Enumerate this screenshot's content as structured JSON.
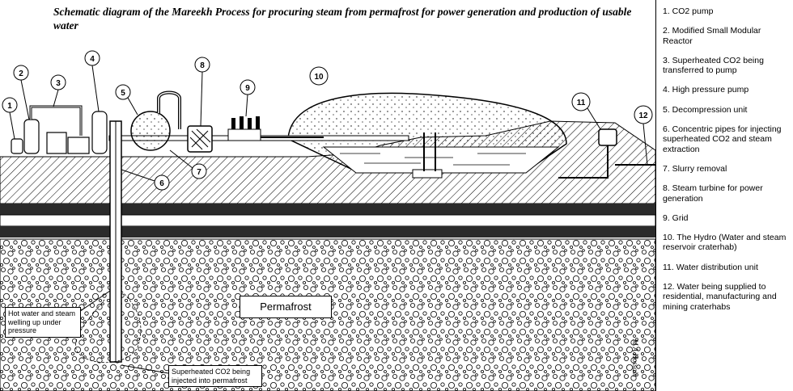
{
  "title": "Schematic diagram of the Mareekh Process for procuring steam from permafrost for power generation and production of usable water",
  "legend": [
    "1. CO2 pump",
    "2. Modified Small Modular Reactor",
    "3. Superheated CO2 being transferred to pump",
    "4. High pressure pump",
    "5. Decompression unit",
    "6. Concentric pipes for injecting superheated CO2 and steam extraction",
    "7. Slurry removal",
    "8. Steam turbine for power generation",
    "9. Grid",
    "10. The Hydro (Water and steam reservoir craterhab)",
    "11. Water distribution unit",
    "12. Water being supplied to residential, manufacturing and mining craterhabs"
  ],
  "callouts": [
    "1",
    "2",
    "3",
    "4",
    "5",
    "6",
    "7",
    "8",
    "9",
    "10",
    "11",
    "12"
  ],
  "labels": {
    "permafrost": "Permafrost",
    "hot_water": "Hot water and steam welling up under pressure",
    "co2_injected": "Superheated CO2 being injected into permafrost"
  },
  "signature": "M A Hossain"
}
